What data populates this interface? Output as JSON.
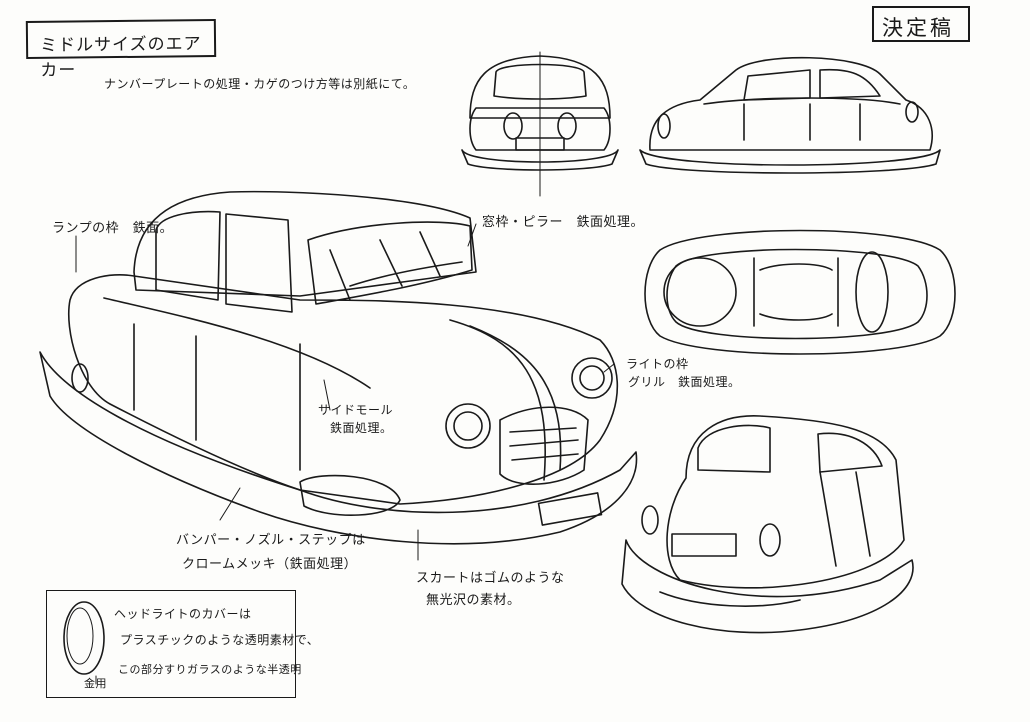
{
  "title": "ミドルサイズのエアカー",
  "stamp": "決定稿",
  "notes": {
    "plate": "ナンバープレートの処理・カゲのつけ方等は別紙にて。",
    "lamp_frame": "ランプの枠　鉄面。",
    "window_frame": "窓枠・ピラー　鉄面処理。",
    "light_frame_line1": "ライトの枠",
    "light_frame_line2": "グリル　鉄面処理。",
    "side_mall_line1": "サイドモール",
    "side_mall_line2": "鉄面処理。",
    "bumper_line1": "バンパー・ノズル・ステップは",
    "bumper_line2": "クロームメッキ（鉄面処理）",
    "skirt_line1": "スカートはゴムのような",
    "skirt_line2": "無光沢の素材。",
    "headlight_line1": "ヘッドライトのカバーは",
    "headlight_line2": "プラスチックのような透明素材で、",
    "headlight_line3": "この部分すりガラスのような半透明",
    "headlight_callout": "金用"
  }
}
